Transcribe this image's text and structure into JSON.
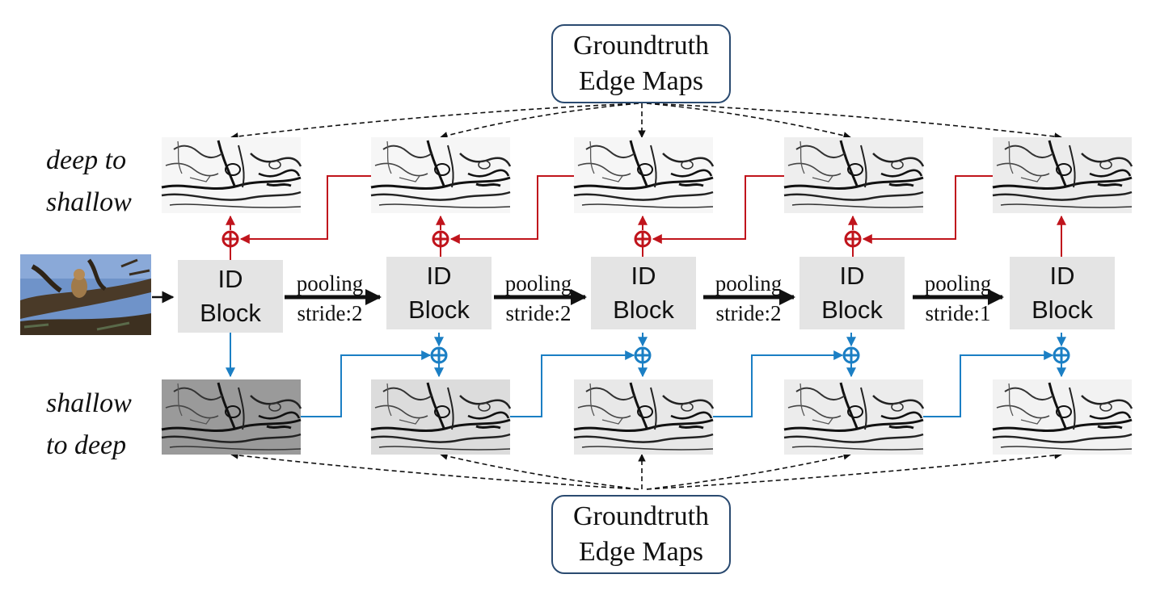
{
  "groundtruth": {
    "line1": "Groundtruth",
    "line2": "Edge Maps"
  },
  "labels": {
    "deep_to_shallow": [
      "deep to",
      "shallow"
    ],
    "shallow_to_deep": [
      "shallow",
      "to deep"
    ]
  },
  "id_blocks": [
    {
      "line1": "ID",
      "line2": "Block"
    },
    {
      "line1": "ID",
      "line2": "Block"
    },
    {
      "line1": "ID",
      "line2": "Block"
    },
    {
      "line1": "ID",
      "line2": "Block"
    },
    {
      "line1": "ID",
      "line2": "Block"
    }
  ],
  "poolings": [
    {
      "line1": "pooling",
      "line2": "stride:2"
    },
    {
      "line1": "pooling",
      "line2": "stride:2"
    },
    {
      "line1": "pooling",
      "line2": "stride:2"
    },
    {
      "line1": "pooling",
      "line2": "stride:1"
    }
  ],
  "colors": {
    "red": "#c0141c",
    "blue": "#1b7fc4",
    "block_gray": "#e4e4e4",
    "box_border": "#2a4a70",
    "dashed": "#111111"
  }
}
